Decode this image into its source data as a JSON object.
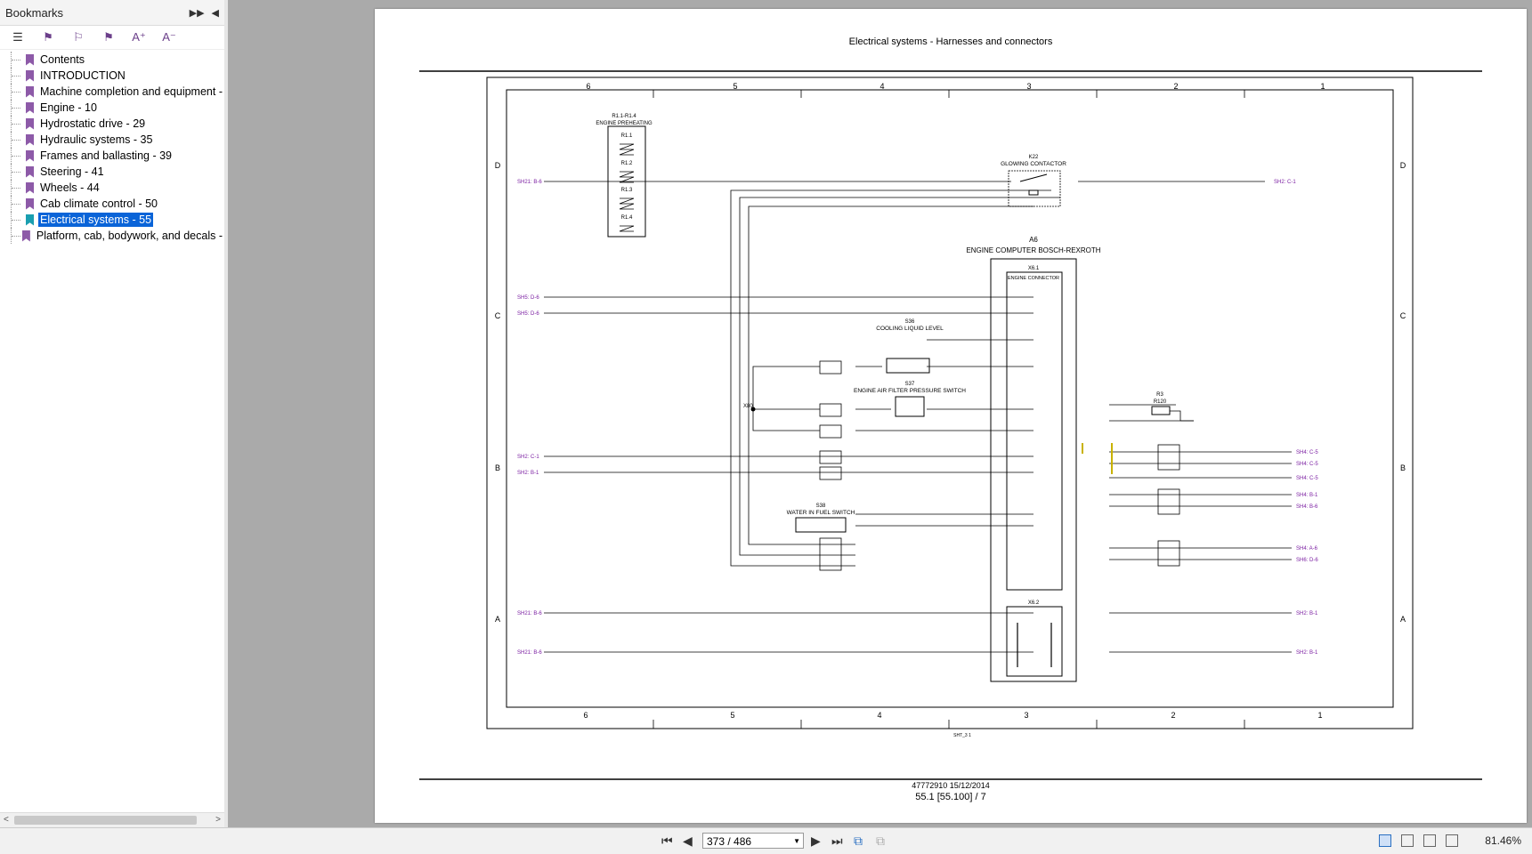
{
  "sidebar": {
    "title": "Bookmarks",
    "items": [
      {
        "label": "Contents"
      },
      {
        "label": "INTRODUCTION"
      },
      {
        "label": "Machine completion and equipment -"
      },
      {
        "label": "Engine - 10"
      },
      {
        "label": "Hydrostatic drive - 29"
      },
      {
        "label": "Hydraulic systems - 35"
      },
      {
        "label": "Frames and ballasting - 39"
      },
      {
        "label": "Steering - 41"
      },
      {
        "label": "Wheels - 44"
      },
      {
        "label": "Cab climate control - 50"
      },
      {
        "label": "Electrical systems - 55"
      },
      {
        "label": "Platform, cab, bodywork, and decals -"
      }
    ],
    "selected_index": 10,
    "toolbar_icons": [
      "bookmark-list-icon",
      "delete-bookmark-icon",
      "add-bookmark-icon",
      "bookmark-properties-icon",
      "font-increase-icon",
      "font-decrease-icon"
    ]
  },
  "document": {
    "title": "Electrical systems - Harnesses and connectors",
    "footer_code": "47772910 15/12/2014",
    "footer_page": "55.1 [55.100] / 7",
    "sheet_label": "SHT_3    1"
  },
  "schematic": {
    "col_labels": [
      "6",
      "5",
      "4",
      "3",
      "2",
      "1"
    ],
    "row_labels": [
      "D",
      "C",
      "B",
      "A"
    ],
    "components": {
      "r1": "R1.1-R1.4",
      "r1_desc": "ENGINE PREHEATING",
      "r1_parts": [
        "R1.1",
        "R1.2",
        "R1.3",
        "R1.4"
      ],
      "k22": "K22",
      "k22_desc": "GLOWING CONTACTOR",
      "a6": "A6",
      "a6_desc": "ENGINE COMPUTER BOSCH-REXROTH",
      "x61": "X6.1",
      "x61_desc": "ENGINE CONNECTOR",
      "x62": "X6.2",
      "s36": "S36",
      "s36_desc": "COOLING LIQUID LEVEL",
      "s37": "S37",
      "s37_desc": "ENGINE AIR FILTER PRESSURE SWITCH",
      "s38": "S38",
      "s38_desc": "WATER IN FUEL SWITCH",
      "r3": "R3",
      "r3_val": "R120",
      "x80": "X80"
    },
    "refs_left": [
      "SH21: B-6",
      "SH5: D-6",
      "SH5: D-6",
      "SH2: C-1",
      "SH2: B-1",
      "SH21: B-6",
      "SH21: B-6"
    ],
    "refs_right": [
      "SH2: C-1",
      "SH4: C-5",
      "SH4: C-5",
      "SH4: C-5",
      "SH4: B-1",
      "SH4: B-6",
      "SH4: A-6",
      "SH6: D-6",
      "SH2: B-1",
      "SH2: B-1"
    ]
  },
  "bottombar": {
    "page_indicator": "373 / 486",
    "zoom": "81.46%"
  }
}
